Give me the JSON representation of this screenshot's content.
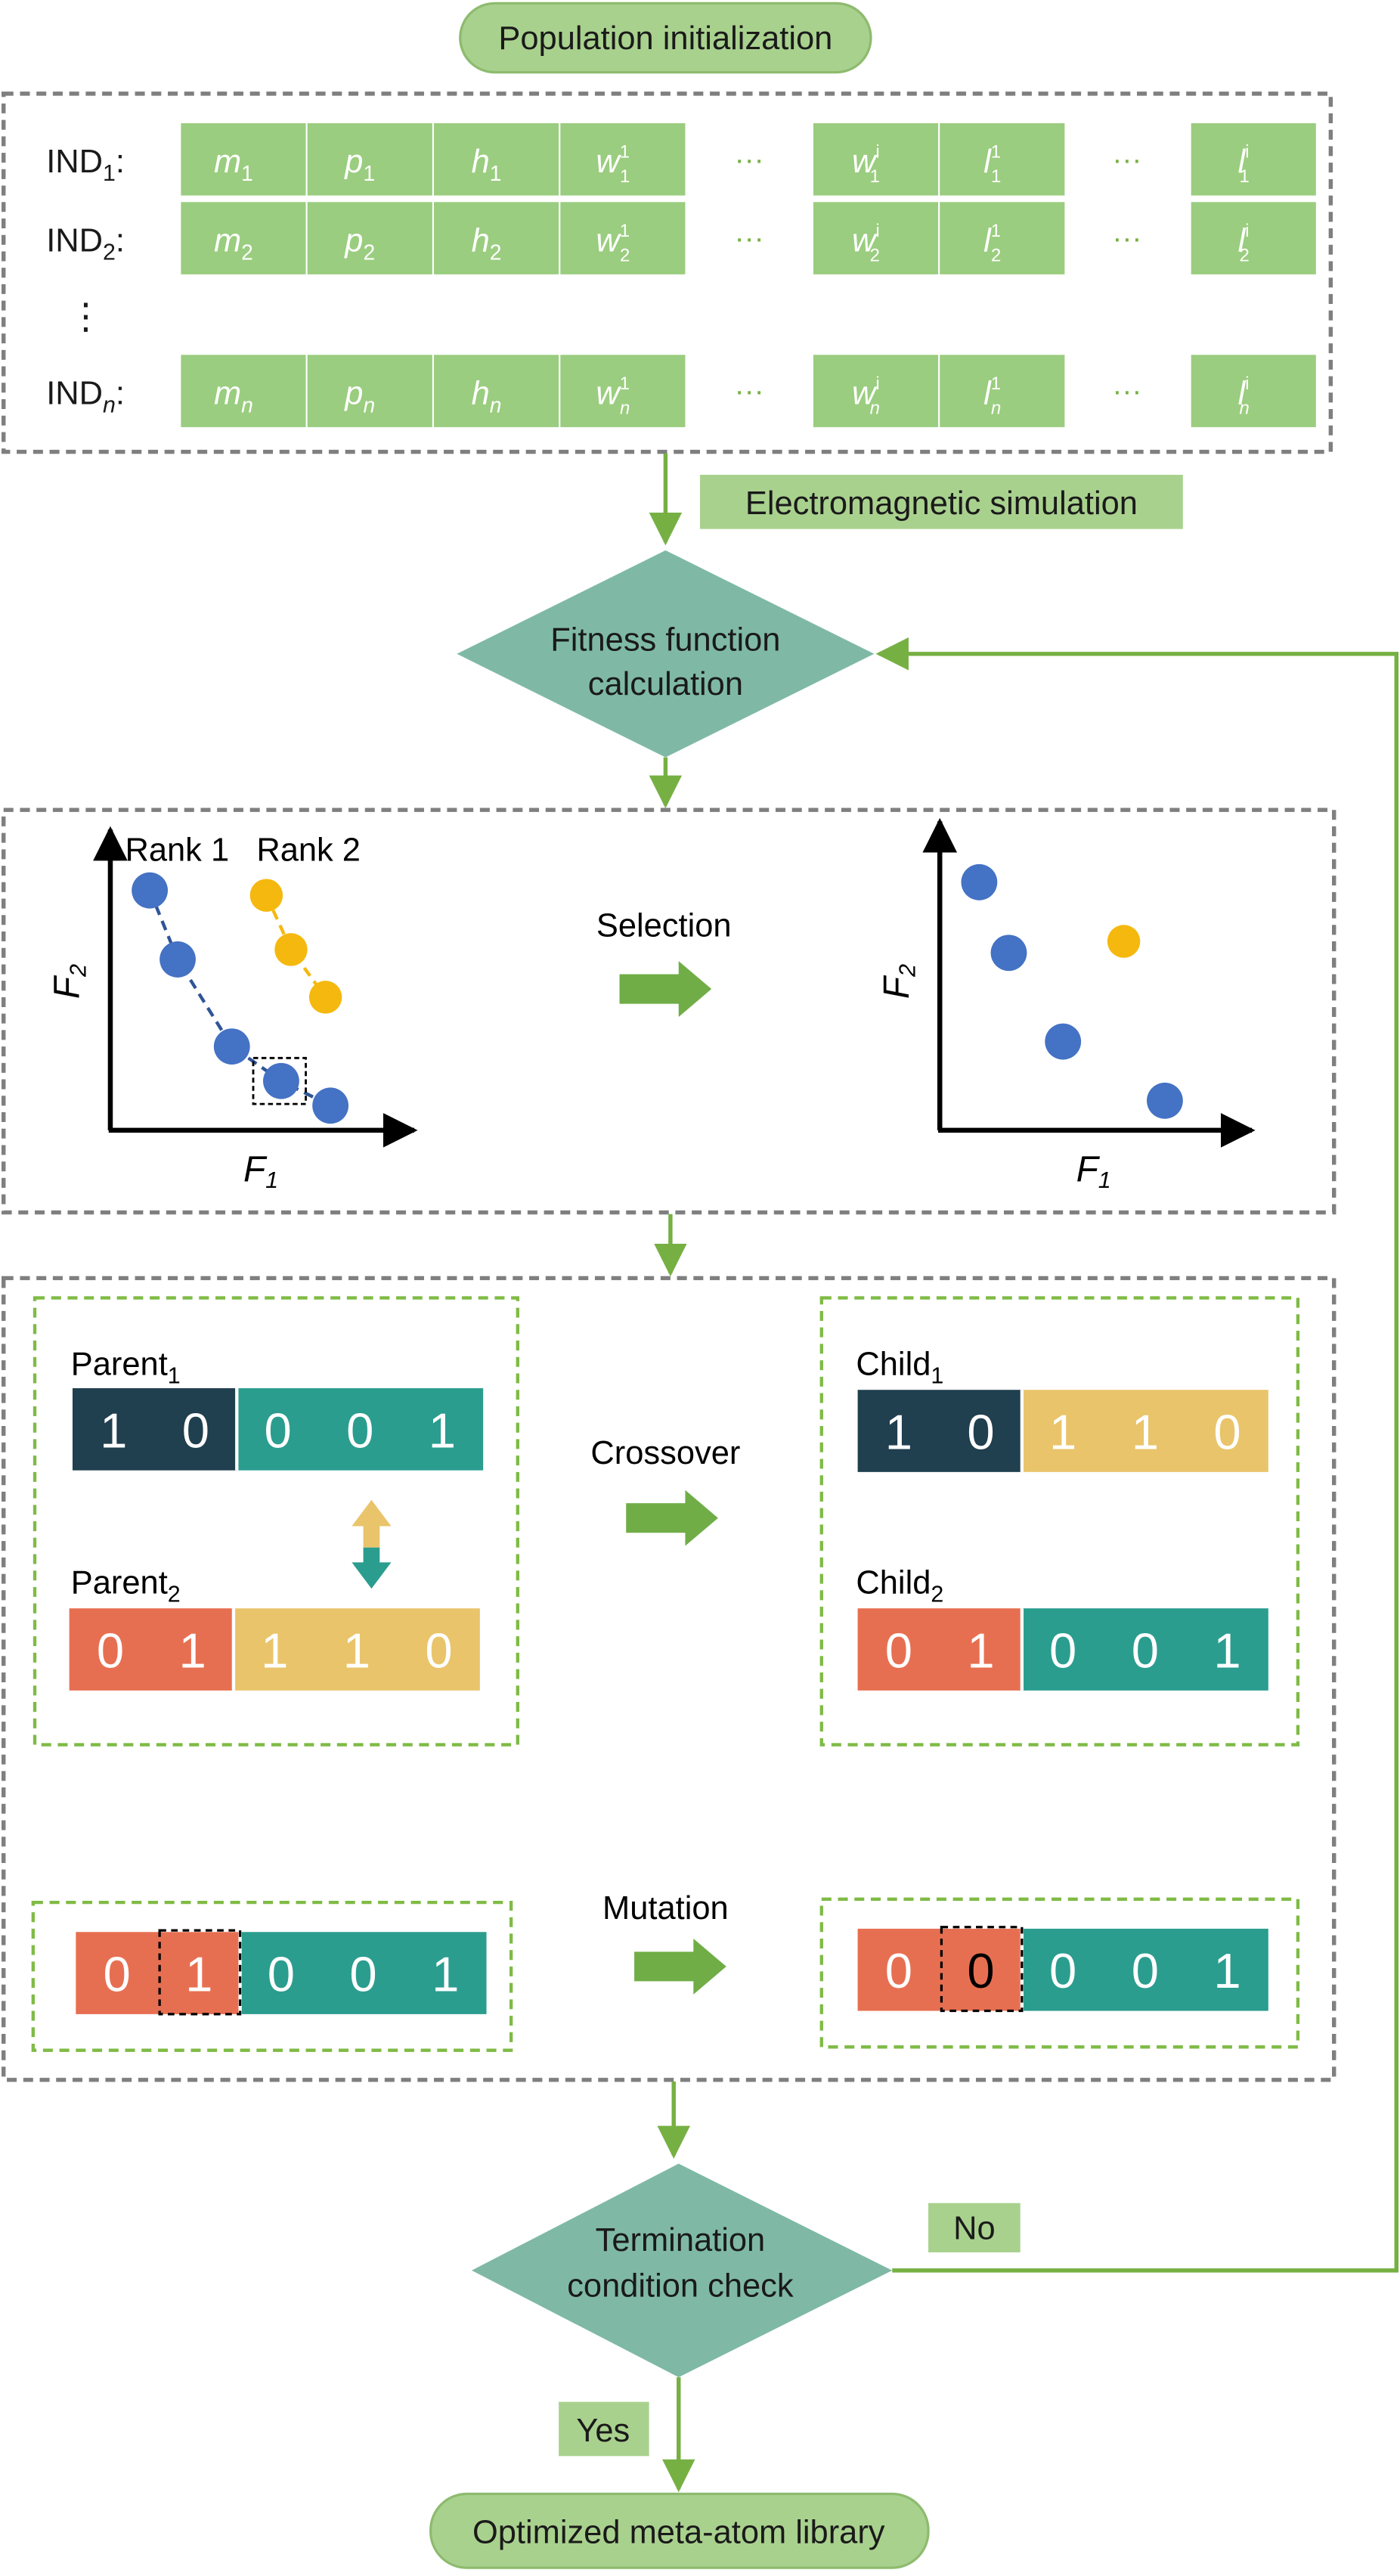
{
  "colors": {
    "pill": "#a9d18e",
    "pill_stroke": "#8dbb6e",
    "cell": "#9acd7f",
    "label_box": "#a9d18e",
    "diamond": "#7fb9a6",
    "arrow": "#76b043",
    "dash_gray": "#7f7f7f",
    "dash_green": "#7fbb45",
    "blue_dot": "#4472c4",
    "yellow_dot": "#f5b80e",
    "dark_block": "#203f4f",
    "teal_block": "#2a9d8f",
    "orange_block": "#e76f51",
    "yellow_block": "#e9c46a"
  },
  "start": {
    "label": "Population initialization"
  },
  "population": {
    "rows": [
      {
        "ind": "IND",
        "sub": "1",
        "suffix": ":",
        "cells": [
          {
            "base": "m",
            "sub": "1",
            "sup": ""
          },
          {
            "base": "p",
            "sub": "1",
            "sup": ""
          },
          {
            "base": "h",
            "sub": "1",
            "sup": ""
          },
          {
            "base": "w",
            "sub": "1",
            "sup": "1"
          },
          {
            "base": "w",
            "sub": "1",
            "sup": "i"
          },
          {
            "base": "l",
            "sub": "1",
            "sup": "1"
          },
          {
            "base": "l",
            "sub": "1",
            "sup": "i"
          }
        ]
      },
      {
        "ind": "IND",
        "sub": "2",
        "suffix": ":",
        "cells": [
          {
            "base": "m",
            "sub": "2",
            "sup": ""
          },
          {
            "base": "p",
            "sub": "2",
            "sup": ""
          },
          {
            "base": "h",
            "sub": "2",
            "sup": ""
          },
          {
            "base": "w",
            "sub": "2",
            "sup": "1"
          },
          {
            "base": "w",
            "sub": "2",
            "sup": "i"
          },
          {
            "base": "l",
            "sub": "2",
            "sup": "1"
          },
          {
            "base": "l",
            "sub": "2",
            "sup": "i"
          }
        ]
      },
      {
        "ind": "IND",
        "sub": "n",
        "suffix": ":",
        "cells": [
          {
            "base": "m",
            "sub": "n",
            "sup": ""
          },
          {
            "base": "p",
            "sub": "n",
            "sup": ""
          },
          {
            "base": "h",
            "sub": "n",
            "sup": ""
          },
          {
            "base": "w",
            "sub": "n",
            "sup": "1"
          },
          {
            "base": "w",
            "sub": "n",
            "sup": "i"
          },
          {
            "base": "l",
            "sub": "n",
            "sup": "1"
          },
          {
            "base": "l",
            "sub": "n",
            "sup": "i"
          }
        ]
      }
    ],
    "ellipsis_h": "···",
    "ellipsis_v": "⋮"
  },
  "em_label": "Electromagnetic simulation",
  "fitness": {
    "line1": "Fitness function",
    "line2": "calculation"
  },
  "selection": {
    "label": "Selection",
    "rank1": "Rank 1",
    "rank2": "Rank 2",
    "axis_y": "F",
    "axis_y_sub": "2",
    "axis_x": "F",
    "axis_x_sub": "1"
  },
  "crossover": {
    "label": "Crossover",
    "parent": "Parent",
    "child": "Child",
    "parent1": [
      "1",
      "0",
      "0",
      "0",
      "1"
    ],
    "parent2": [
      "0",
      "1",
      "1",
      "1",
      "0"
    ],
    "child1": [
      "1",
      "0",
      "1",
      "1",
      "0"
    ],
    "child2": [
      "0",
      "1",
      "0",
      "0",
      "1"
    ]
  },
  "mutation": {
    "label": "Mutation",
    "before": [
      "0",
      "1",
      "0",
      "0",
      "1"
    ],
    "after": [
      "0",
      "0",
      "0",
      "0",
      "1"
    ]
  },
  "termination": {
    "line1": "Termination",
    "line2": "condition check"
  },
  "no_label": "No",
  "yes_label": "Yes",
  "end": {
    "label": "Optimized meta-atom library"
  }
}
